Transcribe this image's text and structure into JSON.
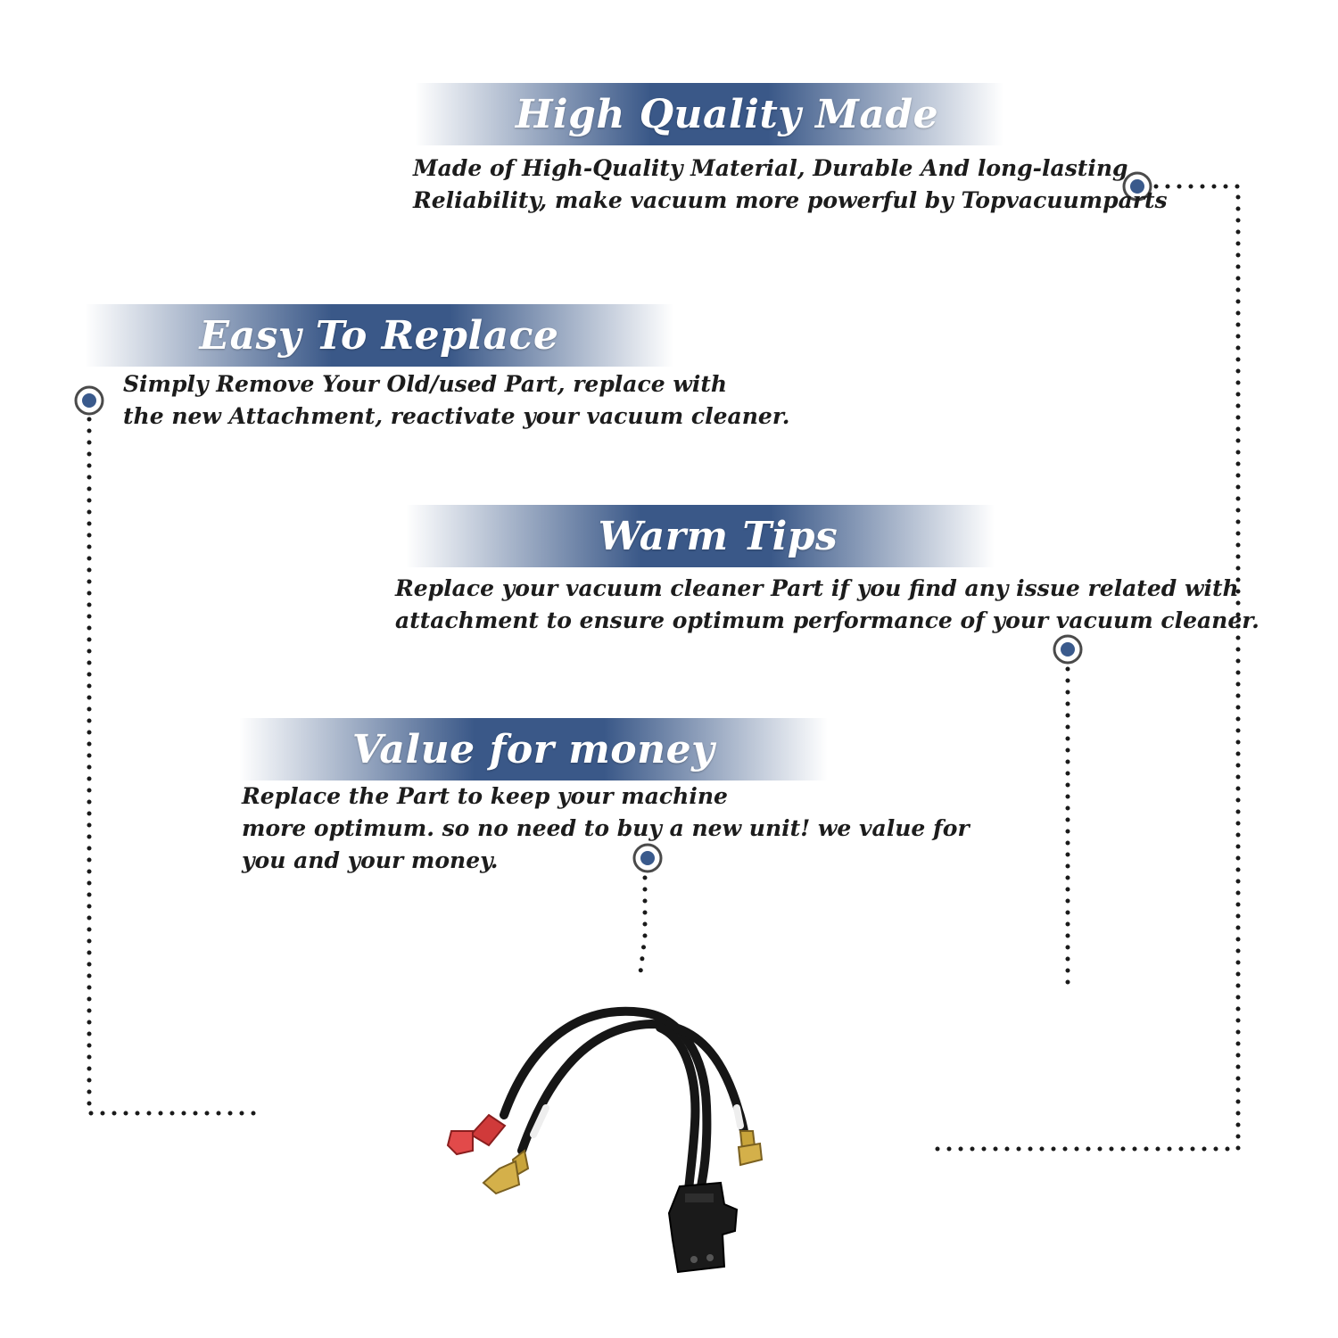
{
  "features": [
    {
      "title": "High Quality Made",
      "lines": [
        "Made of  High-Quality Material, Durable And long-lasting",
        "Reliability, make vacuum more powerful by Topvacuumparts"
      ]
    },
    {
      "title": "Easy To Replace",
      "lines": [
        "Simply Remove Your Old/used Part, replace with",
        "the new Attachment, reactivate your vacuum cleaner."
      ]
    },
    {
      "title": "Warm Tips",
      "lines": [
        "Replace your vacuum cleaner Part if you find any issue related with",
        " attachment to ensure optimum performance of your vacuum cleaner."
      ]
    },
    {
      "title": "Value for money",
      "lines": [
        "Replace the Part to keep your machine",
        "more optimum. so no need to buy a new unit! we value for",
        "you and your money."
      ]
    }
  ],
  "colors": {
    "banner_dark": "#3a5888",
    "marker": "#3a5a8c",
    "dots": "#1a1a1a",
    "text": "#1c1c1c"
  },
  "product": {
    "icon": "wire-harness-connector-icon"
  }
}
